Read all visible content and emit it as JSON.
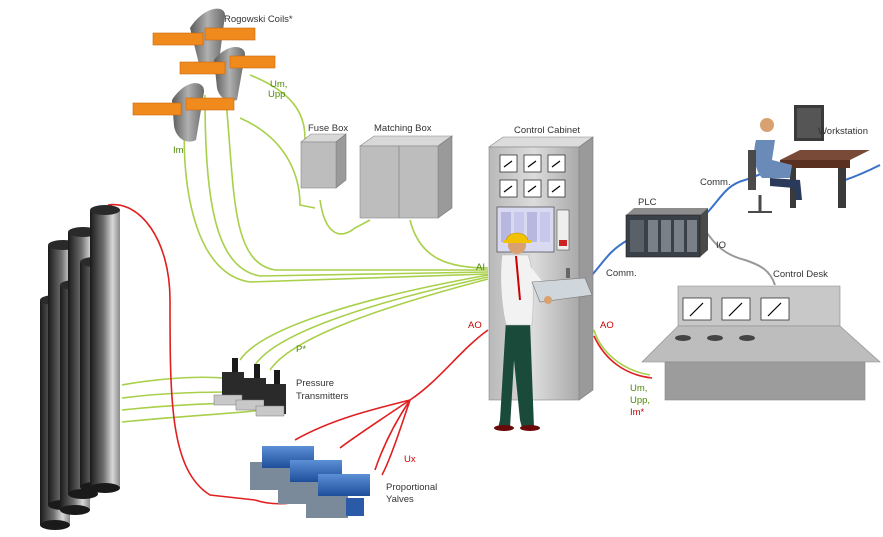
{
  "labels": {
    "rogowski": "Rogowski Coils*",
    "um_upp_top_1": "Um,",
    "um_upp_top_2": "Upp",
    "im_left": "Im",
    "fuse_box": "Fuse Box",
    "matching_box": "Matching Box",
    "control_cabinet": "Control Cabinet",
    "workstation": "Workstation",
    "comm_top": "Comm.",
    "plc": "PLC",
    "io": "IO",
    "comm_mid": "Comm.",
    "control_desk": "Control Desk",
    "ai": "AI",
    "ao_left": "AO",
    "ao_right": "AO",
    "p_star": "P*",
    "pressure_1": "Pressure",
    "pressure_2": "Transmitters",
    "ux": "Ux",
    "prop_1": "Proportional",
    "prop_2": "Yalves",
    "um_out_1": "Um,",
    "um_out_2": "Upp,",
    "um_out_3": "Im*"
  },
  "colors": {
    "analog_in": "#a8d04a",
    "analog_out": "#e02020",
    "comm": "#3a72c8",
    "io": "#9a9a9a",
    "coil": "#f08a1c",
    "cabinet": "#c8c8c8"
  }
}
